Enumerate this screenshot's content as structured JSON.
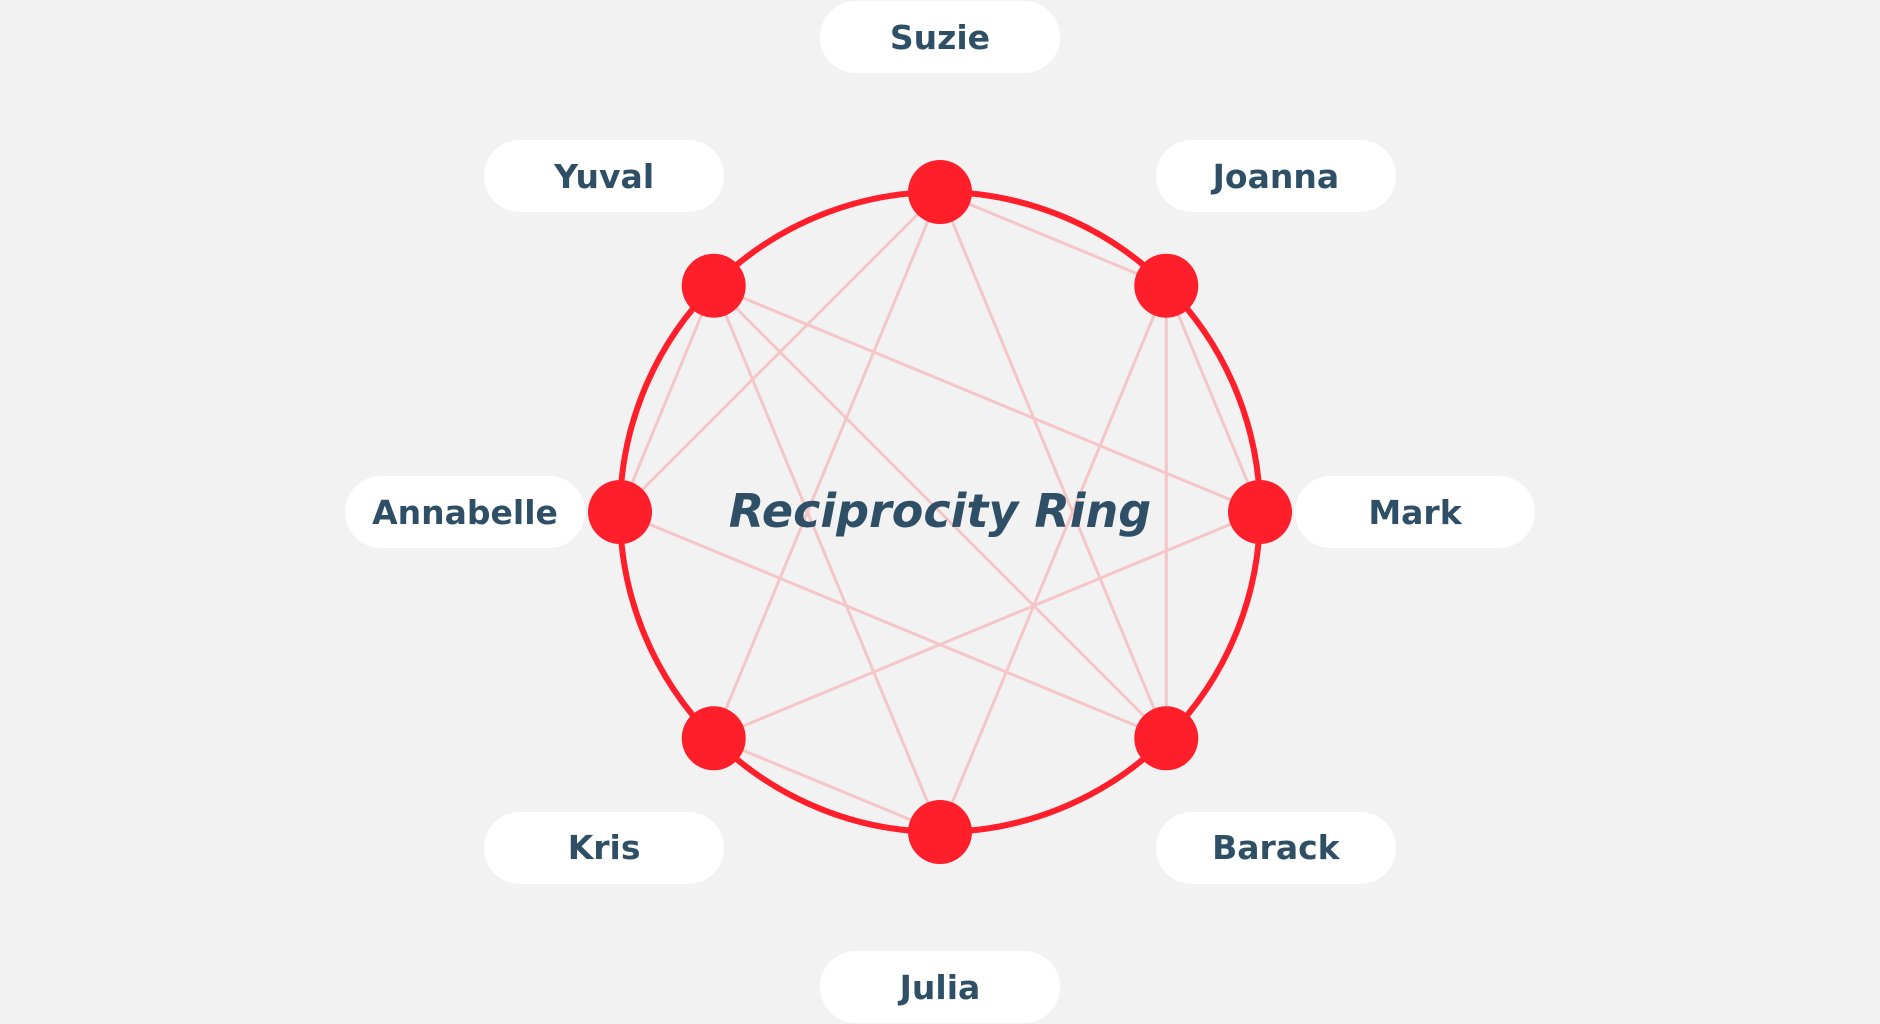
{
  "title": "Reciprocity Ring",
  "colors": {
    "ring": "#ff1f2b",
    "node": "#ff1f2b",
    "connection": "#f4c6c8",
    "label_text": "#2e4f66",
    "label_bg": "#ffffff",
    "background": "#f2f2f2"
  },
  "participants": [
    {
      "id": "suzie",
      "name": "Suzie"
    },
    {
      "id": "joanna",
      "name": "Joanna"
    },
    {
      "id": "mark",
      "name": "Mark"
    },
    {
      "id": "barack",
      "name": "Barack"
    },
    {
      "id": "julia",
      "name": "Julia"
    },
    {
      "id": "kris",
      "name": "Kris"
    },
    {
      "id": "annabelle",
      "name": "Annabelle"
    },
    {
      "id": "yuval",
      "name": "Yuval"
    }
  ],
  "connections": [
    [
      "suzie",
      "joanna"
    ],
    [
      "suzie",
      "barack"
    ],
    [
      "suzie",
      "kris"
    ],
    [
      "suzie",
      "annabelle"
    ],
    [
      "joanna",
      "mark"
    ],
    [
      "joanna",
      "barack"
    ],
    [
      "joanna",
      "julia"
    ],
    [
      "mark",
      "yuval"
    ],
    [
      "mark",
      "kris"
    ],
    [
      "barack",
      "yuval"
    ],
    [
      "barack",
      "annabelle"
    ],
    [
      "julia",
      "kris"
    ],
    [
      "julia",
      "yuval"
    ],
    [
      "annabelle",
      "yuval"
    ]
  ]
}
